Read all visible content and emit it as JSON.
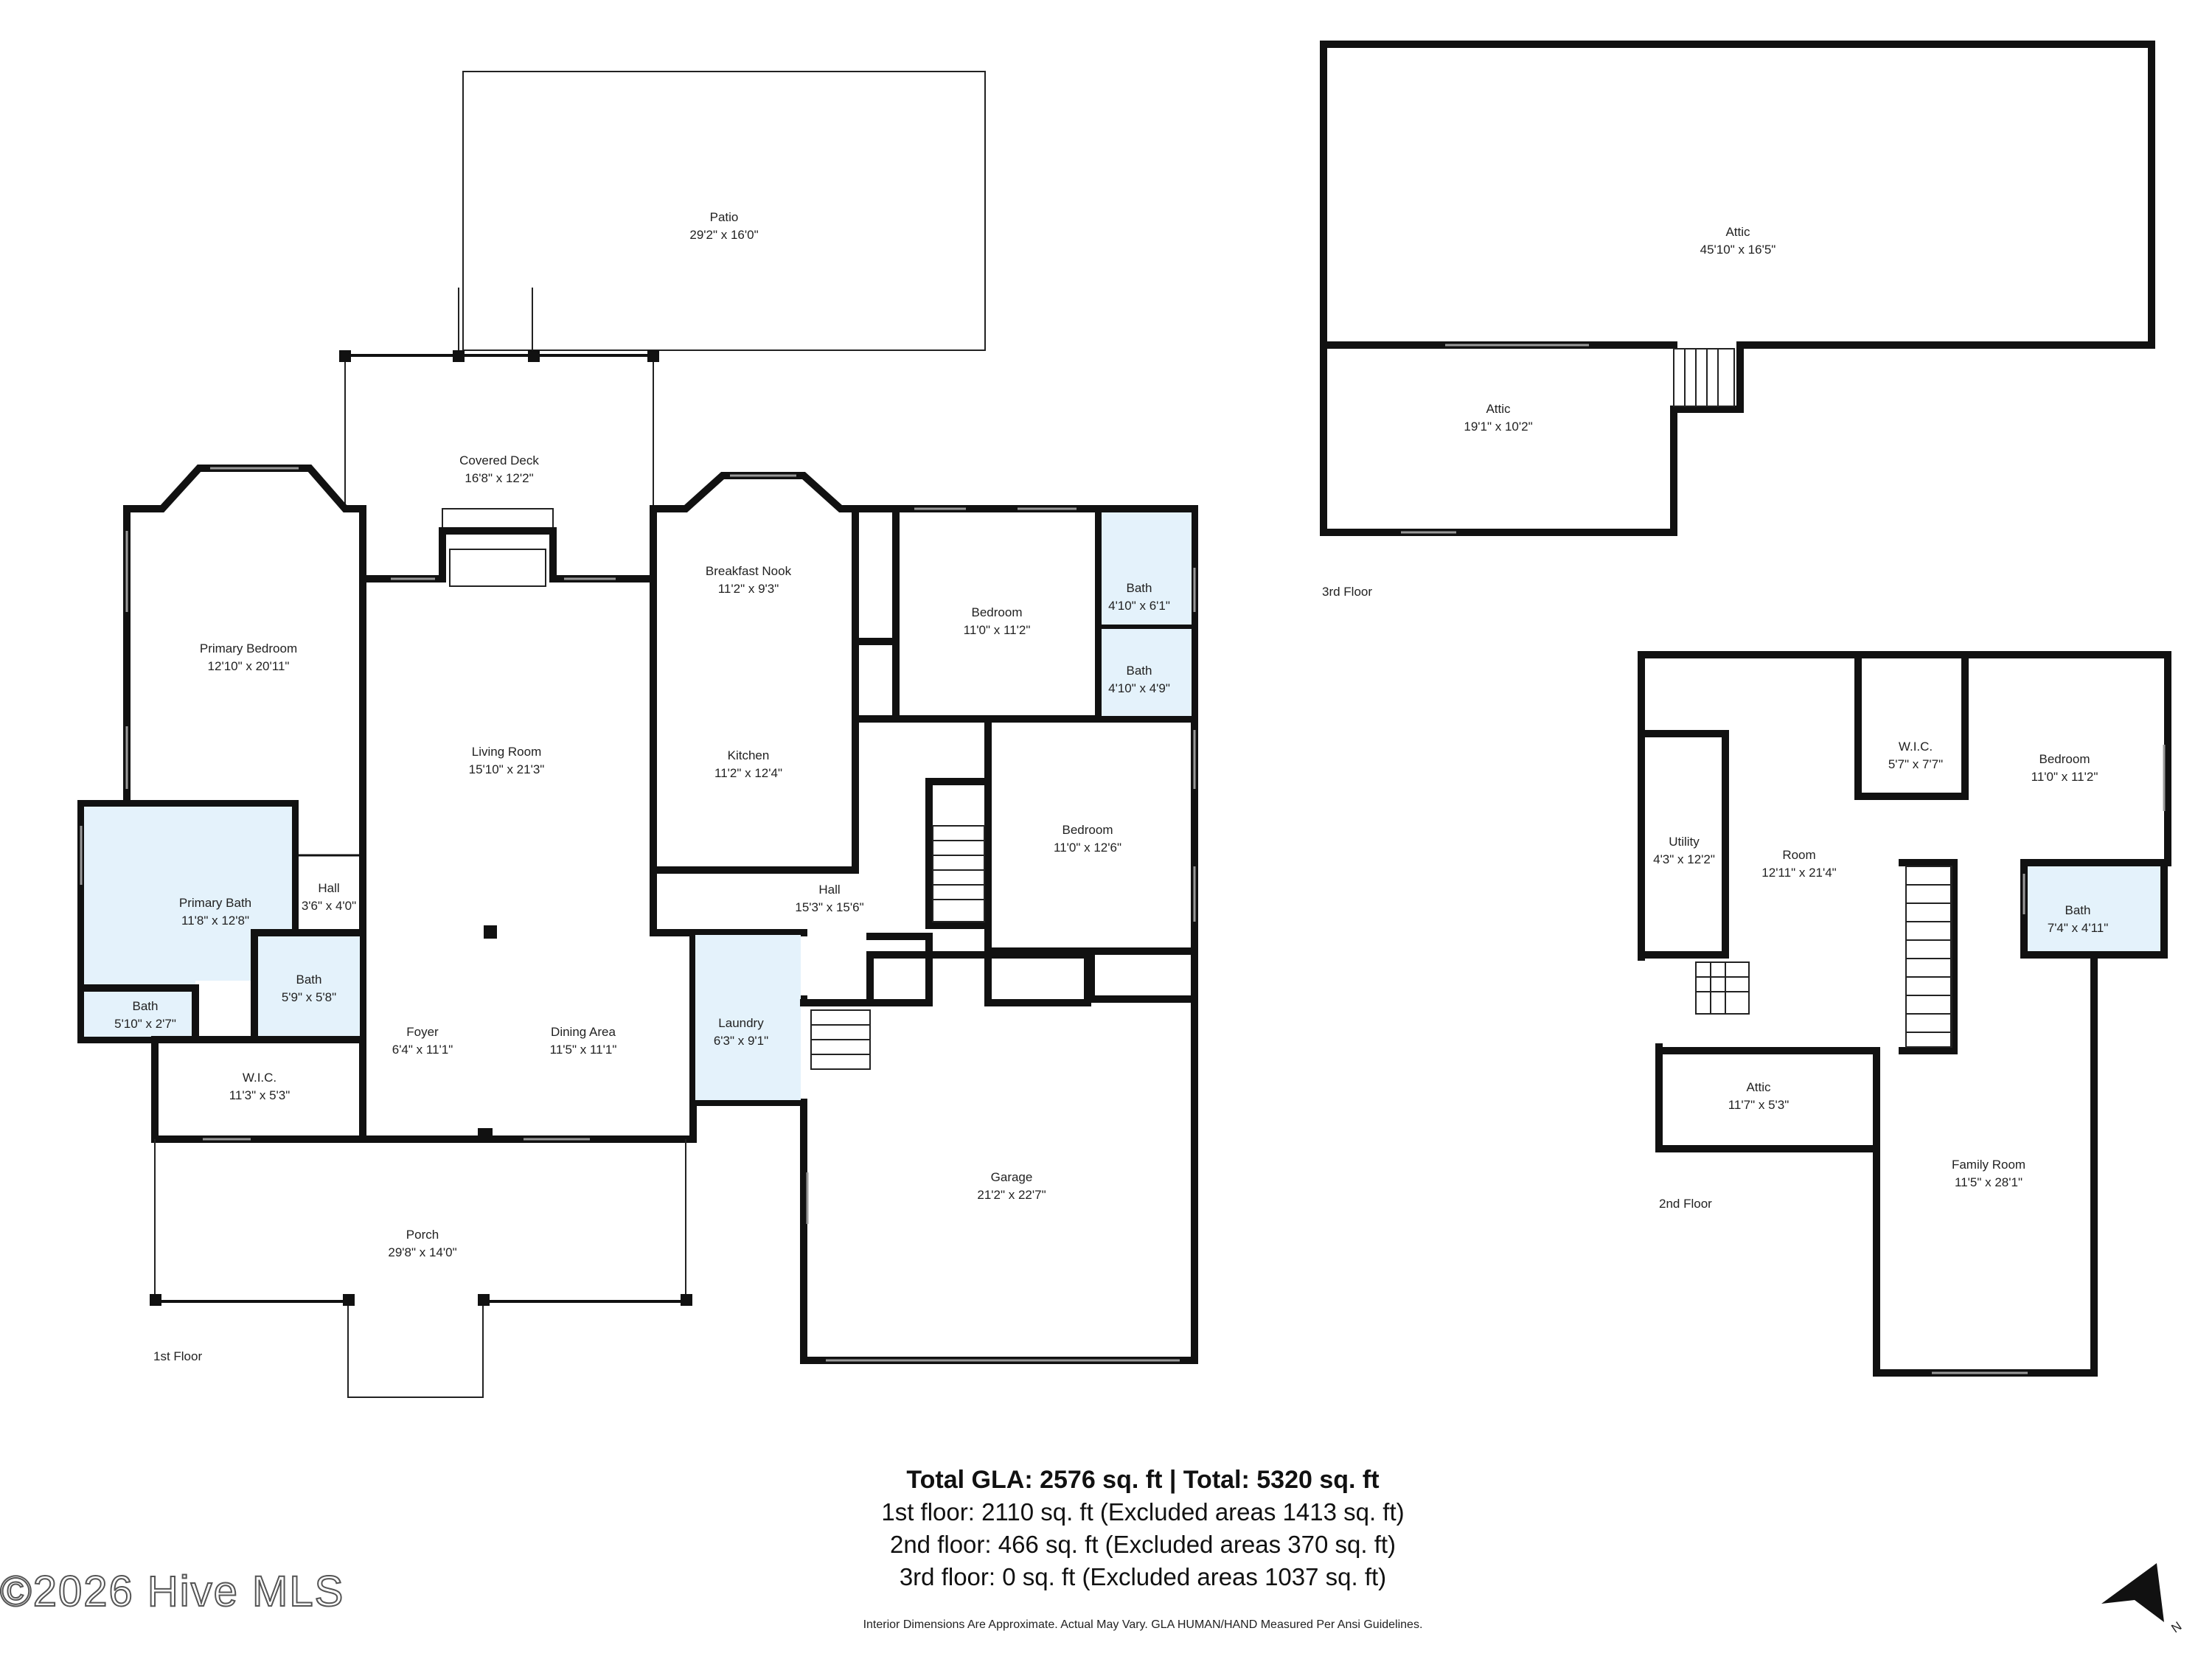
{
  "floor_labels": {
    "first": "1st Floor",
    "second": "2nd Floor",
    "third": "3rd Floor"
  },
  "rooms": {
    "patio": {
      "name": "Patio",
      "dim": "29'2\" x 16'0\""
    },
    "covered_deck": {
      "name": "Covered Deck",
      "dim": "16'8\" x 12'2\""
    },
    "primary_bedroom": {
      "name": "Primary Bedroom",
      "dim": "12'10\" x 20'11\""
    },
    "living_room": {
      "name": "Living Room",
      "dim": "15'10\" x 21'3\""
    },
    "breakfast_nook": {
      "name": "Breakfast Nook",
      "dim": "11'2\" x 9'3\""
    },
    "kitchen": {
      "name": "Kitchen",
      "dim": "11'2\" x 12'4\""
    },
    "bedroom_1": {
      "name": "Bedroom",
      "dim": "11'0\" x 11'2\""
    },
    "bath_1": {
      "name": "Bath",
      "dim": "4'10\" x 6'1\""
    },
    "bath_2": {
      "name": "Bath",
      "dim": "4'10\" x 4'9\""
    },
    "bedroom_2": {
      "name": "Bedroom",
      "dim": "11'0\" x 12'6\""
    },
    "primary_bath": {
      "name": "Primary Bath",
      "dim": "11'8\" x 12'8\""
    },
    "hall_small": {
      "name": "Hall",
      "dim": "3'6\" x 4'0\""
    },
    "hall_main": {
      "name": "Hall",
      "dim": "15'3\" x 15'6\""
    },
    "bath_3": {
      "name": "Bath",
      "dim": "5'9\" x 5'8\""
    },
    "bath_4": {
      "name": "Bath",
      "dim": "5'10\" x 2'7\""
    },
    "foyer": {
      "name": "Foyer",
      "dim": "6'4\" x 11'1\""
    },
    "dining_area": {
      "name": "Dining Area",
      "dim": "11'5\" x 11'1\""
    },
    "laundry": {
      "name": "Laundry",
      "dim": "6'3\" x 9'1\""
    },
    "wic_1": {
      "name": "W.I.C.",
      "dim": "11'3\" x 5'3\""
    },
    "garage": {
      "name": "Garage",
      "dim": "21'2\" x 22'7\""
    },
    "porch": {
      "name": "Porch",
      "dim": "29'8\" x 14'0\""
    },
    "attic_big": {
      "name": "Attic",
      "dim": "45'10\" x 16'5\""
    },
    "attic_mid": {
      "name": "Attic",
      "dim": "19'1\" x 10'2\""
    },
    "wic_2": {
      "name": "W.I.C.",
      "dim": "5'7\" x 7'7\""
    },
    "bedroom_3": {
      "name": "Bedroom",
      "dim": "11'0\" x 11'2\""
    },
    "utility": {
      "name": "Utility",
      "dim": "4'3\" x 12'2\""
    },
    "room": {
      "name": "Room",
      "dim": "12'11\" x 21'4\""
    },
    "bath_5": {
      "name": "Bath",
      "dim": "7'4\" x 4'11\""
    },
    "attic_small": {
      "name": "Attic",
      "dim": "11'7\" x 5'3\""
    },
    "family_room": {
      "name": "Family Room",
      "dim": "11'5\" x 28'1\""
    }
  },
  "summary": {
    "total_line": "Total GLA: 2576 sq. ft | Total: 5320 sq. ft",
    "first_floor": "1st floor: 2110 sq. ft (Excluded areas 1413 sq. ft)",
    "second_floor": "2nd floor: 466 sq. ft (Excluded areas 370 sq. ft)",
    "third_floor": "3rd floor: 0 sq. ft (Excluded areas 1037 sq. ft)"
  },
  "disclaimer": "Interior Dimensions Are Approximate. Actual May Vary. GLA HUMAN/HAND Measured Per Ansi Guidelines.",
  "watermark": "©2026 Hive MLS",
  "compass": {
    "icon": "north-arrow-icon",
    "label": "N"
  },
  "colors": {
    "bath_fill": "#e4f2fb",
    "wall": "#111111"
  }
}
